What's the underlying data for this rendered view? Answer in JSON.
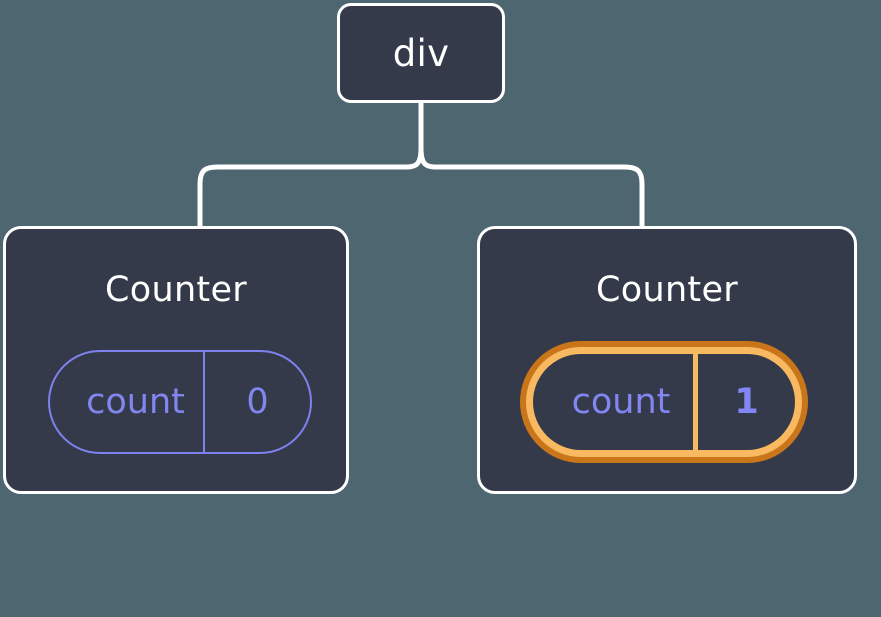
{
  "diagram": {
    "type": "component-tree",
    "background_color": "#4d6670",
    "node_fill_color": "#343a49",
    "node_border_color": "#ffffff",
    "connector_color": "#ffffff",
    "state_color": "#8186f0",
    "highlight_outer_color": "#c9761b",
    "highlight_inner_color": "#f8b961",
    "root": {
      "label": "div"
    },
    "children": [
      {
        "label": "Counter",
        "highlighted": false,
        "state": {
          "key": "count",
          "value": "0"
        }
      },
      {
        "label": "Counter",
        "highlighted": true,
        "state": {
          "key": "count",
          "value": "1"
        },
        "sparkle_icons": [
          "sparkle-large-icon",
          "sparkle-small-icon"
        ]
      }
    ]
  }
}
